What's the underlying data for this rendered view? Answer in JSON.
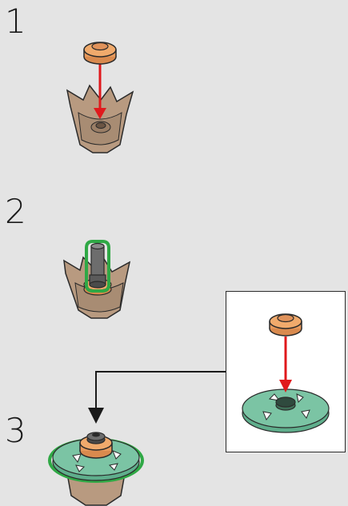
{
  "steps": [
    {
      "number": "1"
    },
    {
      "number": "2"
    },
    {
      "number": "3"
    }
  ],
  "colors": {
    "background": "#e4e4e4",
    "arrow_red": "#e0191c",
    "callout_line": "#1a1a1a",
    "highlight_green": "#2fa845",
    "flower_brown": "#b89a80",
    "round_plate_orange": "#e89a5c",
    "disc_teal": "#7bc4a4",
    "axle_gray": "#6d6d6d"
  },
  "icons": [
    "round-plate-icon",
    "flower-petals-icon",
    "axle-pin-icon",
    "round-disc-icon",
    "down-arrow-icon"
  ]
}
